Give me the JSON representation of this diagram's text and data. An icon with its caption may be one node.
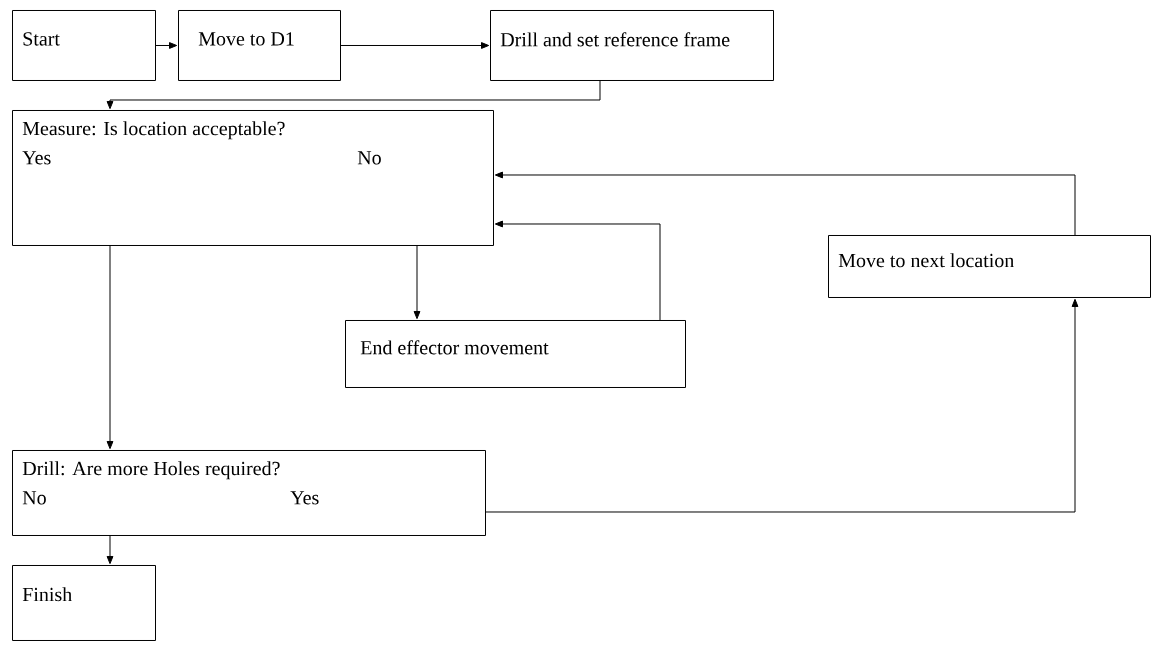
{
  "diagram": {
    "nodes": [
      {
        "text": [
          "Start"
        ]
      },
      {
        "text": [
          "Move to D1"
        ]
      },
      {
        "text": [
          "Drill and set reference frame"
        ]
      },
      {
        "text": [
          "Measure: Is location acceptable?",
          "Yes",
          "No"
        ]
      },
      {
        "text": [
          "Move to next location"
        ]
      },
      {
        "text": [
          "End effector movement"
        ]
      },
      {
        "text": [
          "Drill: Are more Holes required?",
          "No",
          "Yes"
        ]
      },
      {
        "text": [
          "Finish"
        ]
      }
    ],
    "edges": [
      {
        "from": 0,
        "to": 1,
        "arrow": "to"
      },
      {
        "from": 1,
        "to": 2,
        "arrow": "to"
      },
      {
        "from": 2,
        "to": 3,
        "arrow": "to"
      },
      {
        "from": 3,
        "to": 5,
        "arrow": "to"
      },
      {
        "from": 5,
        "to": 3,
        "arrow": "to"
      },
      {
        "from": 3,
        "to": 6,
        "arrow": "to"
      },
      {
        "from": 6,
        "to": 4,
        "arrow": "to"
      },
      {
        "from": 4,
        "to": 3,
        "arrow": "to"
      },
      {
        "from": 6,
        "to": 7,
        "arrow": "to"
      }
    ]
  }
}
